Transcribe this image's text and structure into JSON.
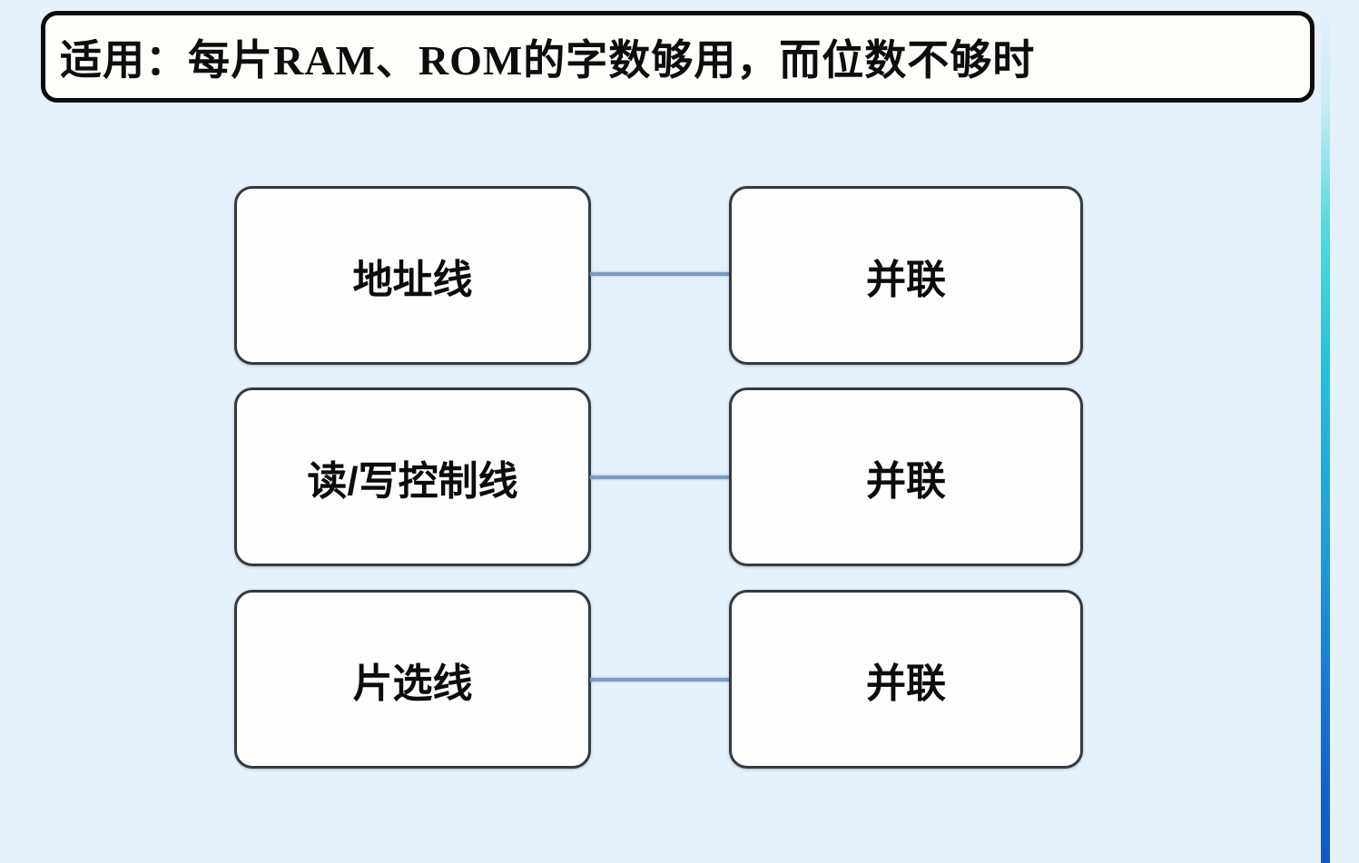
{
  "title": {
    "segments": [
      {
        "text": "适用：每片",
        "font": "sans"
      },
      {
        "text": "RAM",
        "font": "serif"
      },
      {
        "text": "、",
        "font": "sans"
      },
      {
        "text": "ROM",
        "font": "serif"
      },
      {
        "text": "的字数够用，而位数不够时",
        "font": "sans"
      }
    ]
  },
  "diagram": {
    "rows": [
      {
        "left": "地址线",
        "right": "并联"
      },
      {
        "left": "读/写控制线",
        "right": "并联"
      },
      {
        "left": "片选线",
        "right": "并联"
      }
    ]
  },
  "colors": {
    "background": "#e6f2fb",
    "box_fill": "#fdfdfb",
    "box_border": "#343a42",
    "title_border": "#0c0c0c",
    "connector": "#7d9bbd",
    "accent_cyan": "#2bc0d8",
    "accent_blue": "#1467d0"
  }
}
